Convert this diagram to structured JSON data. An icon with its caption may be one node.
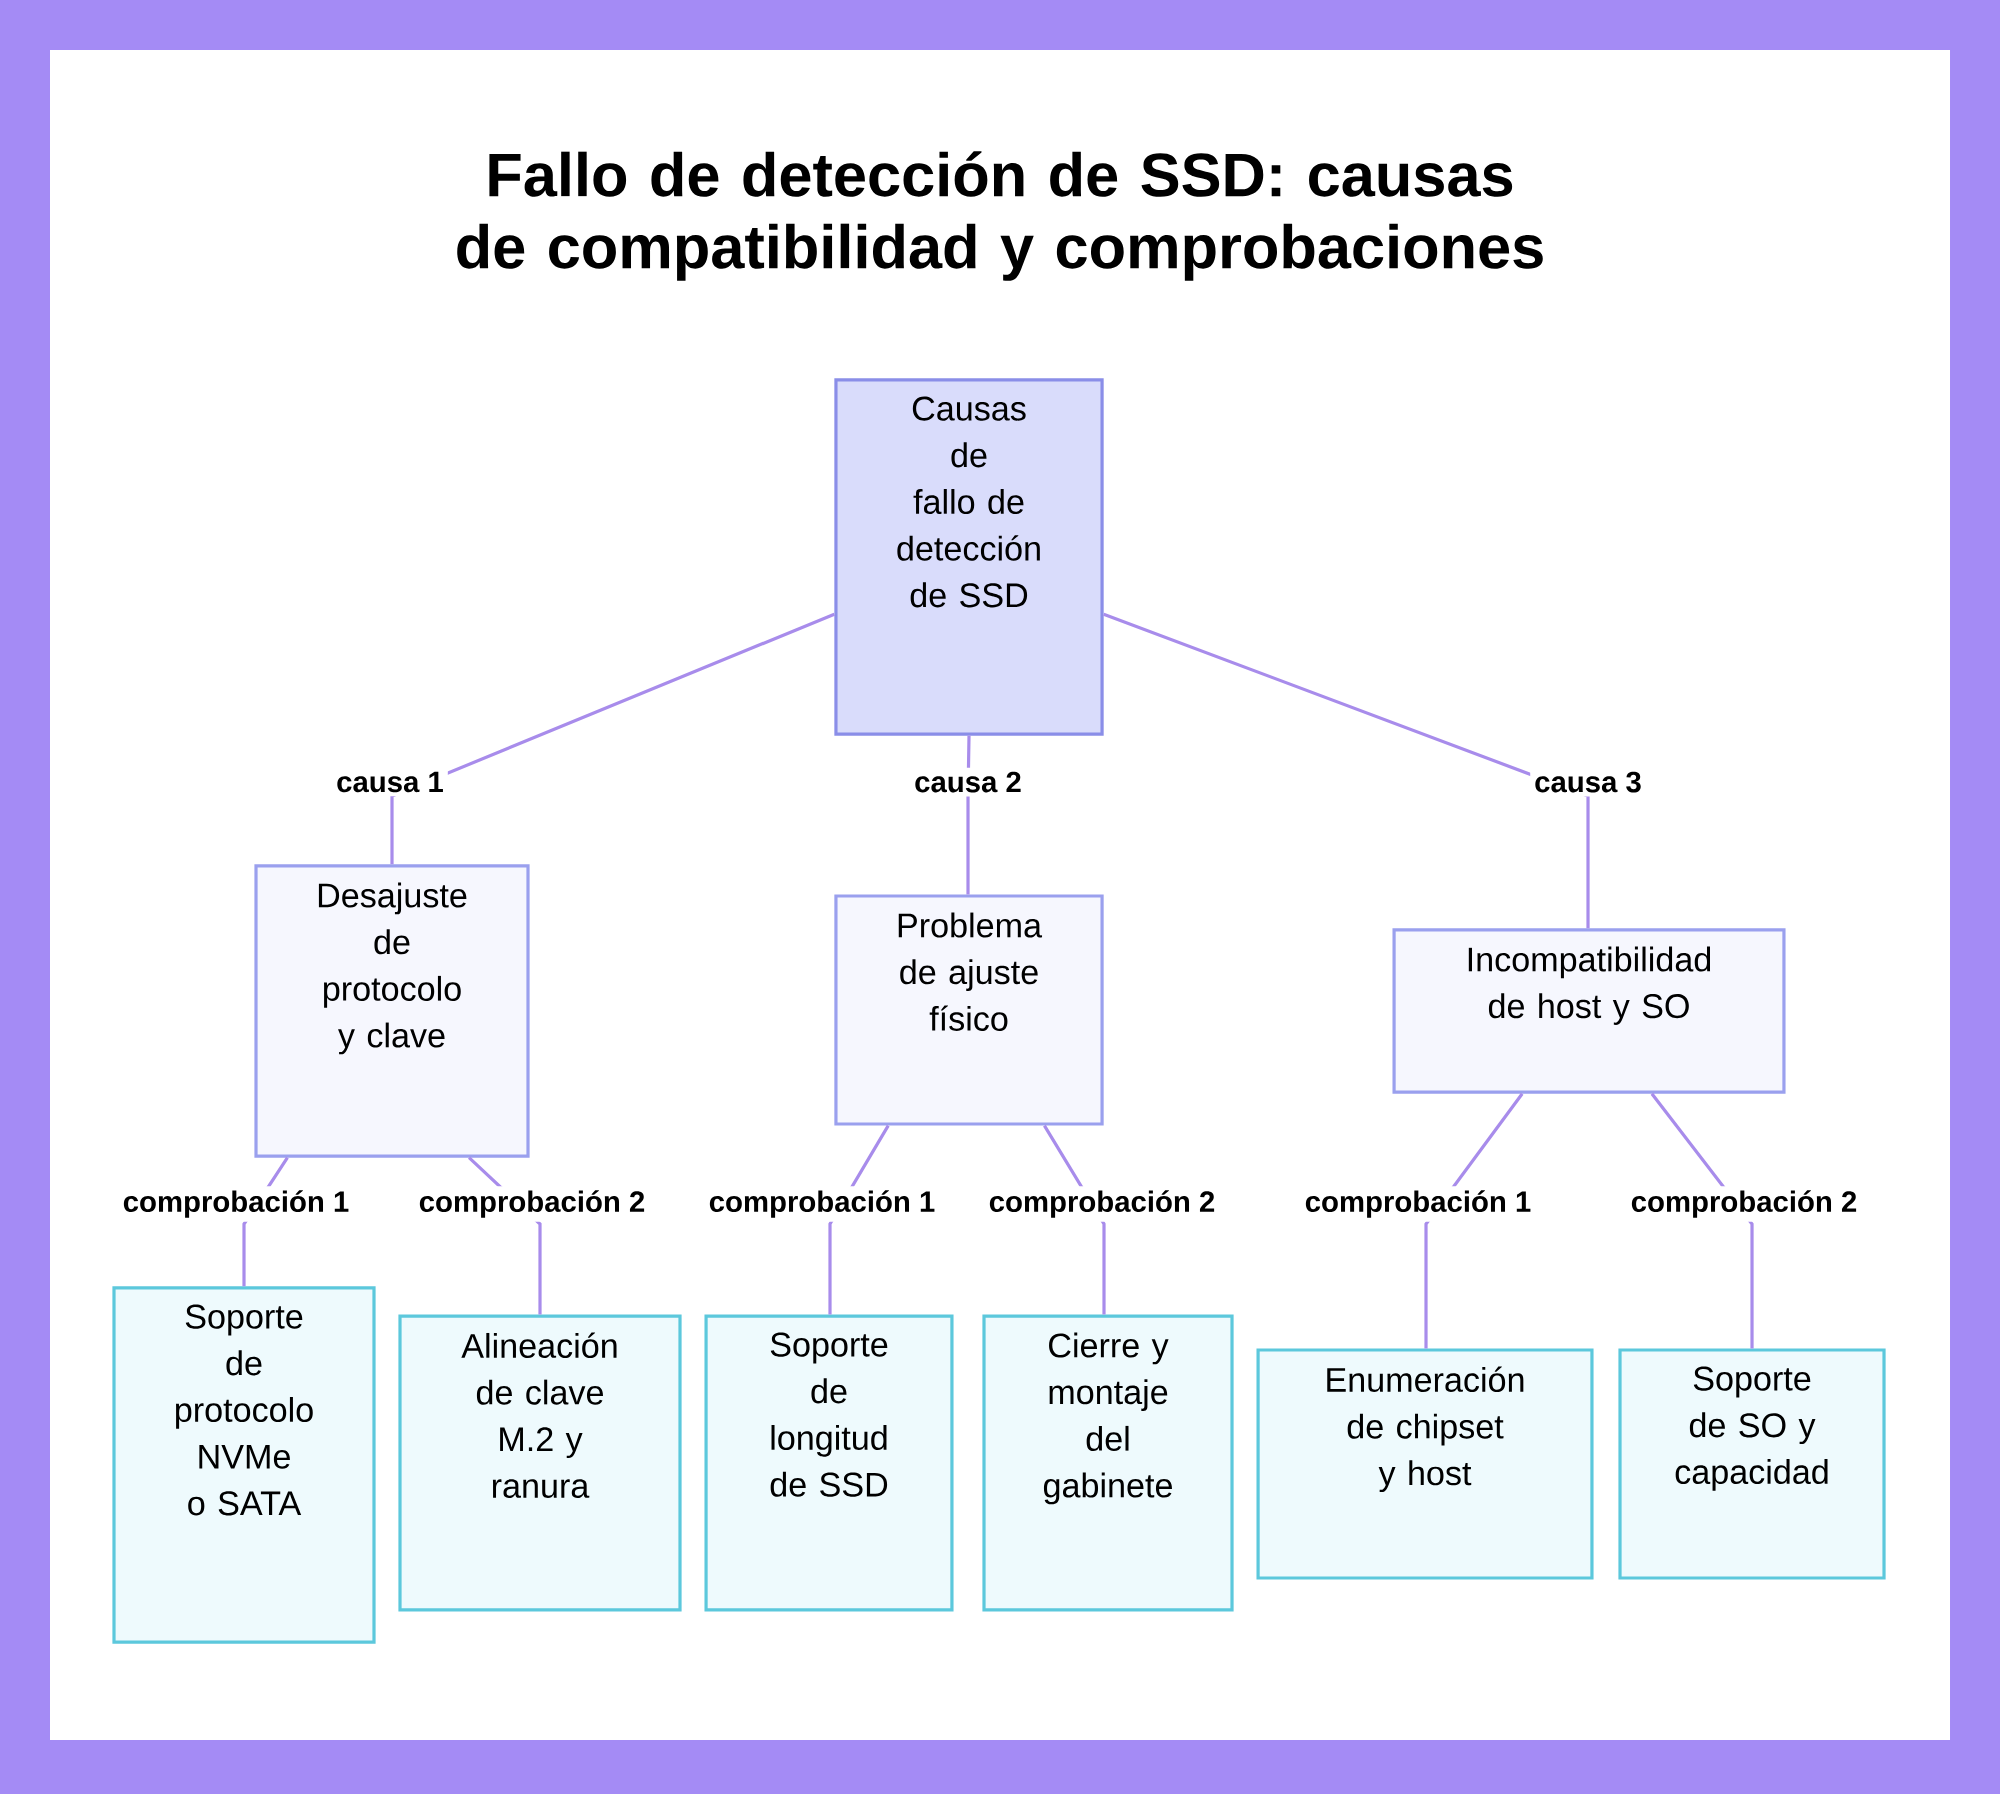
{
  "diagram": {
    "title": "Fallo de detección de SSD: causas de compatibilidad y comprobaciones",
    "nodes": [
      {
        "text": [
          "Causas de fallo de detección de SSD"
        ]
      },
      {
        "text": [
          "Desajuste de protocolo y clave"
        ]
      },
      {
        "text": [
          "Problema de ajuste físico"
        ]
      },
      {
        "text": [
          "Incompatibilidad de host y SO"
        ]
      },
      {
        "text": [
          "Soporte de protocolo NVMe o SATA"
        ]
      },
      {
        "text": [
          "Alineación de clave M.2 y ranura"
        ]
      },
      {
        "text": [
          "Soporte de longitud de SSD"
        ]
      },
      {
        "text": [
          "Cierre y montaje del gabinete"
        ]
      },
      {
        "text": [
          "Enumeración de chipset y host"
        ]
      },
      {
        "text": [
          "Soporte de SO y capacidad"
        ]
      }
    ],
    "edges": [
      {
        "from": 0,
        "to": 1,
        "arrow": "none",
        "label": "causa 1"
      },
      {
        "from": 0,
        "to": 2,
        "arrow": "none",
        "label": "causa 2"
      },
      {
        "from": 0,
        "to": 3,
        "arrow": "none",
        "label": "causa 3"
      },
      {
        "from": 1,
        "to": 4,
        "arrow": "none",
        "label": "comprobación 1"
      },
      {
        "from": 1,
        "to": 5,
        "arrow": "none",
        "label": "comprobación 2"
      },
      {
        "from": 2,
        "to": 6,
        "arrow": "none",
        "label": "comprobación 1"
      },
      {
        "from": 2,
        "to": 7,
        "arrow": "none",
        "label": "comprobación 2"
      },
      {
        "from": 3,
        "to": 8,
        "arrow": "none",
        "label": "comprobación 1"
      },
      {
        "from": 3,
        "to": 9,
        "arrow": "none",
        "label": "comprobación 2"
      }
    ]
  }
}
